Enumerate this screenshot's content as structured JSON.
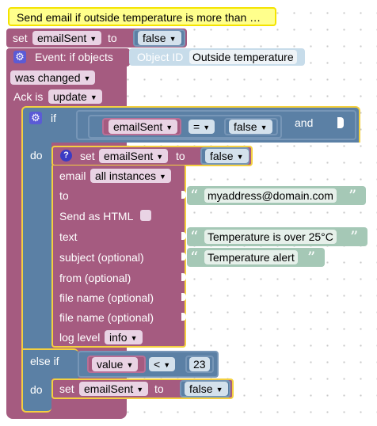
{
  "comment": "Send email if outside temperature is more than …",
  "set_top": {
    "set": "set",
    "var": "emailSent",
    "to": "to",
    "value": "false"
  },
  "event": {
    "label": "Event: if objects",
    "object_id_label": "Object ID",
    "object_id_value": "Outside temperature",
    "trigger": "was changed",
    "ack_label": "Ack is",
    "ack_value": "update"
  },
  "if_block": {
    "if_label": "if",
    "var": "emailSent",
    "op": "=",
    "value": "false",
    "and_label": "and",
    "do_label": "do"
  },
  "set_inner": {
    "set": "set",
    "var": "emailSent",
    "to": "to",
    "value": "false"
  },
  "email": {
    "title": "email",
    "instance": "all instances",
    "to_label": "to",
    "to_value": "myaddress@domain.com",
    "html_label": "Send as HTML",
    "text_label": "text",
    "text_value": "Temperature is over 25°C",
    "subject_label": "subject (optional)",
    "subject_value": "Temperature alert",
    "from_label": "from (optional)",
    "file1_label": "file name (optional)",
    "file2_label": "file name (optional)",
    "log_label": "log level",
    "log_value": "info"
  },
  "else_if": {
    "label": "else if",
    "var": "value",
    "op": "<",
    "number": "23",
    "do_label": "do",
    "set": "set",
    "set_var": "emailSent",
    "set_to": "to",
    "set_value": "false"
  },
  "icons": [
    "gear-icon",
    "help-icon",
    "dropdown-arrow-icon",
    "quote-icon"
  ],
  "colors": {
    "event_purple": "#a55b80",
    "logic_blue": "#5b80a5",
    "variable_purple": "#a55b80",
    "string_green": "#a5c8b6",
    "comment_yellow": "#ffff8c",
    "highlight": "#f4d03f"
  }
}
